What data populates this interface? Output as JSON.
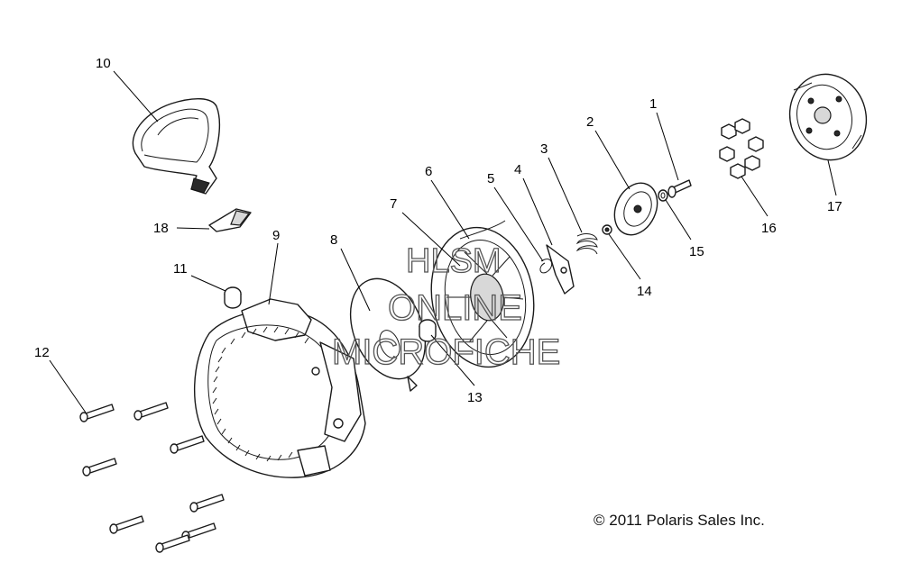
{
  "diagram": {
    "callouts": [
      {
        "id": "1",
        "label": "1"
      },
      {
        "id": "2",
        "label": "2"
      },
      {
        "id": "3",
        "label": "3"
      },
      {
        "id": "4",
        "label": "4"
      },
      {
        "id": "5",
        "label": "5"
      },
      {
        "id": "6",
        "label": "6"
      },
      {
        "id": "7",
        "label": "7"
      },
      {
        "id": "8",
        "label": "8"
      },
      {
        "id": "9",
        "label": "9"
      },
      {
        "id": "10",
        "label": "10"
      },
      {
        "id": "11",
        "label": "11"
      },
      {
        "id": "12",
        "label": "12"
      },
      {
        "id": "13",
        "label": "13"
      },
      {
        "id": "14",
        "label": "14"
      },
      {
        "id": "15",
        "label": "15"
      },
      {
        "id": "16",
        "label": "16"
      },
      {
        "id": "17",
        "label": "17"
      },
      {
        "id": "18",
        "label": "18"
      }
    ],
    "watermark": {
      "line1": "HLSM",
      "line2": "ONLINE",
      "line3": "MICROFICHE"
    },
    "copyright": "© 2011 Polaris Sales Inc."
  }
}
